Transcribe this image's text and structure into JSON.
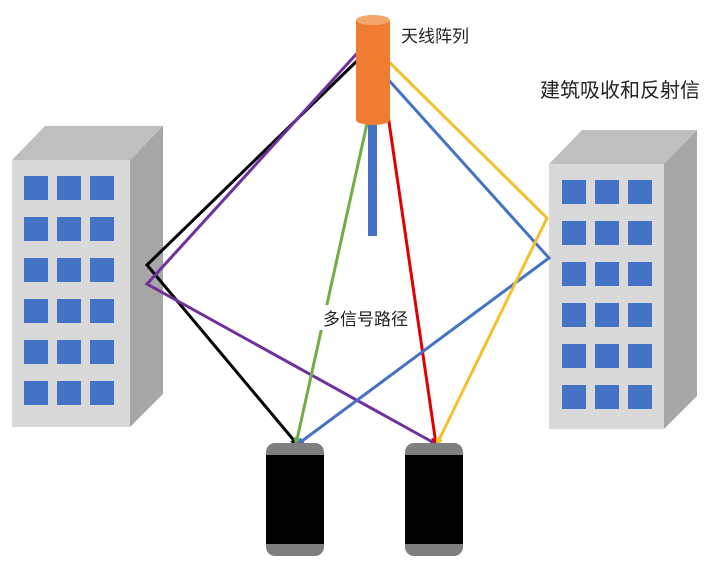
{
  "labels": {
    "antenna": "天线阵列",
    "building_reflect": "建筑吸收和反射信",
    "multipath": "多信号路径"
  },
  "colors": {
    "antenna_body": "#EE7D31",
    "antenna_top": "#F4A76A",
    "mast": "#4472C4",
    "building_front": "#D9D9D9",
    "building_side": "#A6A6A6",
    "building_top": "#BFBFBF",
    "window": "#4472C4",
    "phone_body": "#000000",
    "phone_frame": "#7F7F7F",
    "path_black": "#000000",
    "path_purple": "#7030A0",
    "path_green": "#70AD47",
    "path_red": "#E00000",
    "path_blue": "#4472C4",
    "path_yellow": "#F2C12E"
  },
  "icons": {
    "antenna": "antenna-array-icon",
    "building": "building-icon",
    "phone": "mobile-phone-icon"
  }
}
